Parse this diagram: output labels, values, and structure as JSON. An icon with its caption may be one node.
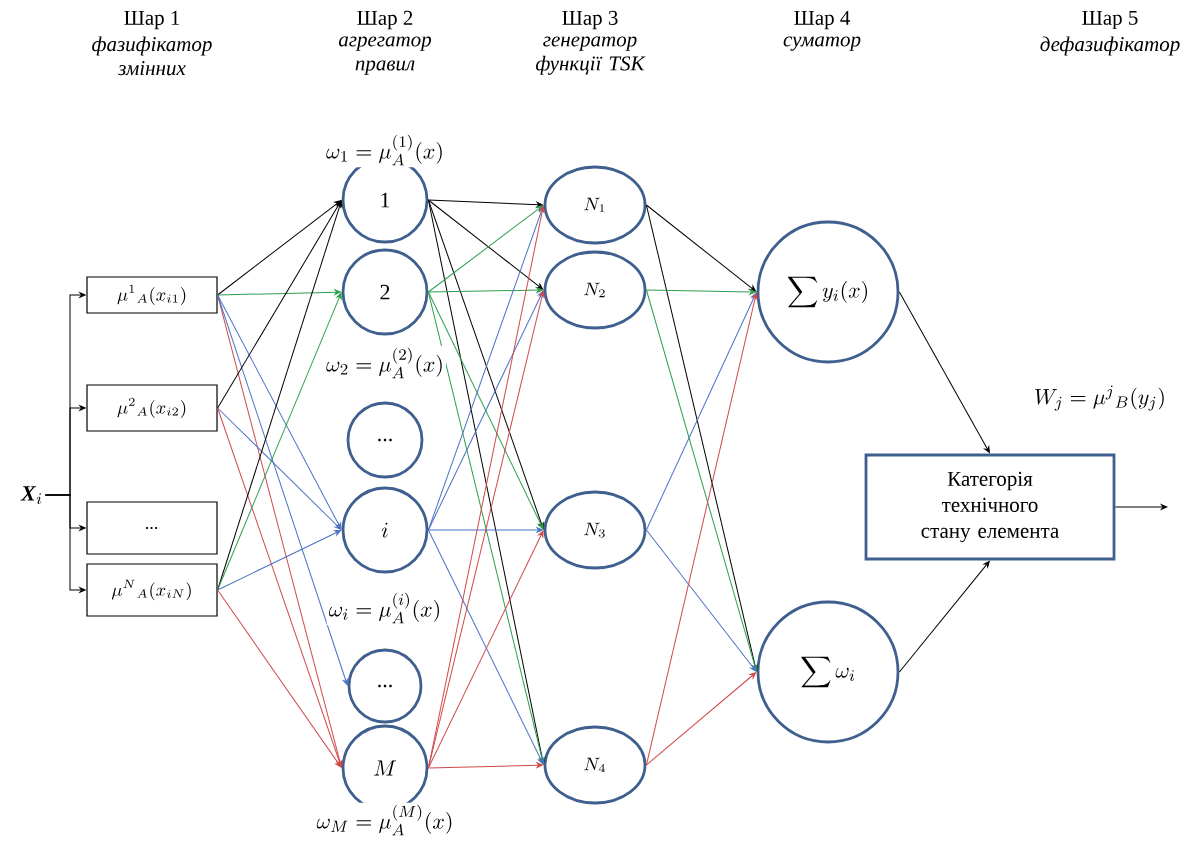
{
  "diagram": {
    "nodes": [
      {
        "text": [
          "\\textbf{\\textit{X}}_i"
        ]
      },
      {
        "text": [
          "\\mu^{1}{}_{A}(x_{i1})"
        ]
      },
      {
        "text": [
          "\\mu^{2}{}_{A}(x_{i2})"
        ]
      },
      {
        "text": [
          "..."
        ]
      },
      {
        "text": [
          "\\mu^{N}{}_{A}(x_{iN})"
        ]
      },
      {
        "text": [
          "1"
        ],
        "beside": [
          "\\omega_1 = \\mu_A^{(1)}(x)"
        ]
      },
      {
        "text": [
          "2"
        ],
        "beside": [
          "\\omega_2 = \\mu_A^{(2)}(x)"
        ]
      },
      {
        "text": [
          "..."
        ]
      },
      {
        "text": [
          "i"
        ],
        "beside": [
          "\\omega_i = \\mu_A^{(i)}(x)"
        ]
      },
      {
        "text": [
          "..."
        ]
      },
      {
        "text": [
          "M"
        ],
        "beside": [
          "\\omega_M = \\mu_A^{(M)}(x)"
        ]
      },
      {
        "text": [
          "N_1"
        ]
      },
      {
        "text": [
          "N_2"
        ]
      },
      {
        "text": [
          "N_3"
        ]
      },
      {
        "text": [
          "N_4"
        ]
      },
      {
        "text": [
          "\\sum y_i(x)"
        ]
      },
      {
        "text": [
          "\\sum \\omega_i"
        ]
      },
      {
        "text": [
          "Категорія технічного стану елемента"
        ],
        "beside": [
          "W_j = \\mu^{j}{}_{B}(y_j)"
        ]
      }
    ],
    "edges": [
      {
        "from": 0,
        "to": 1,
        "arrow": "to"
      },
      {
        "from": 0,
        "to": 2,
        "arrow": "to"
      },
      {
        "from": 0,
        "to": 3,
        "arrow": "to"
      },
      {
        "from": 0,
        "to": 4,
        "arrow": "to"
      },
      {
        "from": 1,
        "to": 5,
        "arrow": "to"
      },
      {
        "from": 1,
        "to": 6,
        "arrow": "to",
        "color": "#2e9e4f"
      },
      {
        "from": 1,
        "to": 8,
        "arrow": "to",
        "color": "#4a72c4"
      },
      {
        "from": 1,
        "to": 10,
        "arrow": "to",
        "color": "#d04a4a"
      },
      {
        "from": 1,
        "to": 9,
        "arrow": "to",
        "color": "#4a72c4"
      },
      {
        "from": 2,
        "to": 5,
        "arrow": "to"
      },
      {
        "from": 2,
        "to": 8,
        "arrow": "to",
        "color": "#4a72c4"
      },
      {
        "from": 2,
        "to": 10,
        "arrow": "to",
        "color": "#d04a4a"
      },
      {
        "from": 4,
        "to": 5,
        "arrow": "to"
      },
      {
        "from": 4,
        "to": 6,
        "arrow": "to",
        "color": "#2e9e4f"
      },
      {
        "from": 4,
        "to": 8,
        "arrow": "to",
        "color": "#4a72c4"
      },
      {
        "from": 4,
        "to": 10,
        "arrow": "to",
        "color": "#d04a4a"
      },
      {
        "from": 5,
        "to": 11,
        "arrow": "to"
      },
      {
        "from": 5,
        "to": 12,
        "arrow": "to"
      },
      {
        "from": 5,
        "to": 13,
        "arrow": "to"
      },
      {
        "from": 5,
        "to": 14,
        "arrow": "to"
      },
      {
        "from": 6,
        "to": 11,
        "arrow": "to",
        "color": "#2e9e4f"
      },
      {
        "from": 6,
        "to": 12,
        "arrow": "to",
        "color": "#2e9e4f"
      },
      {
        "from": 6,
        "to": 13,
        "arrow": "to",
        "color": "#2e9e4f"
      },
      {
        "from": 6,
        "to": 14,
        "arrow": "to",
        "color": "#2e9e4f"
      },
      {
        "from": 8,
        "to": 11,
        "arrow": "to",
        "color": "#4a72c4"
      },
      {
        "from": 8,
        "to": 12,
        "arrow": "to",
        "color": "#4a72c4"
      },
      {
        "from": 8,
        "to": 13,
        "arrow": "to",
        "color": "#4a72c4"
      },
      {
        "from": 8,
        "to": 14,
        "arrow": "to",
        "color": "#4a72c4"
      },
      {
        "from": 10,
        "to": 11,
        "arrow": "to",
        "color": "#d04a4a"
      },
      {
        "from": 10,
        "to": 12,
        "arrow": "to",
        "color": "#d04a4a"
      },
      {
        "from": 10,
        "to": 13,
        "arrow": "to",
        "color": "#d04a4a"
      },
      {
        "from": 10,
        "to": 14,
        "arrow": "to",
        "color": "#d04a4a"
      },
      {
        "from": 11,
        "to": 15,
        "arrow": "to"
      },
      {
        "from": 11,
        "to": 16,
        "arrow": "to"
      },
      {
        "from": 12,
        "to": 15,
        "arrow": "to",
        "color": "#2e9e4f"
      },
      {
        "from": 12,
        "to": 16,
        "arrow": "to",
        "color": "#2e9e4f"
      },
      {
        "from": 13,
        "to": 15,
        "arrow": "to",
        "color": "#4a72c4"
      },
      {
        "from": 13,
        "to": 16,
        "arrow": "to",
        "color": "#4a72c4"
      },
      {
        "from": 14,
        "to": 15,
        "arrow": "to",
        "color": "#d04a4a"
      },
      {
        "from": 14,
        "to": 16,
        "arrow": "to",
        "color": "#d04a4a"
      },
      {
        "from": 15,
        "to": 17,
        "arrow": "to"
      },
      {
        "from": 16,
        "to": 17,
        "arrow": "to"
      },
      {
        "from": 17,
        "to": null,
        "arrow": "to"
      }
    ],
    "labels": [
      "Шар 1",
      "фазифікатор змінних",
      "Шар 2",
      "агрегатор правил",
      "Шар 3",
      "генератор функції TSK",
      "Шар 4",
      "суматор",
      "Шар 5",
      "дефазифікатор"
    ]
  }
}
